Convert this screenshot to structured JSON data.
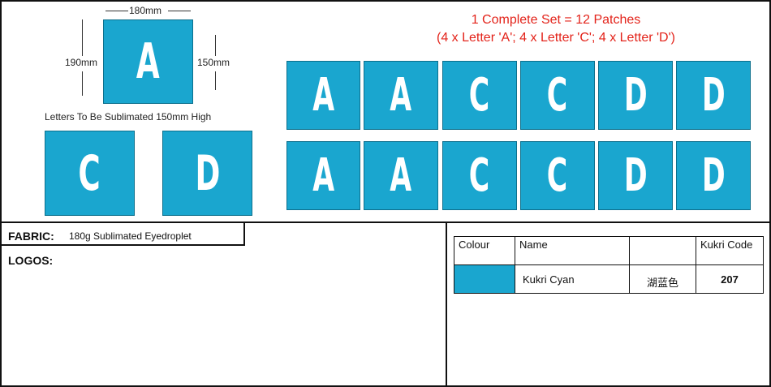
{
  "dimensions": {
    "width": "180mm",
    "height": "190mm",
    "letter_height": "150mm"
  },
  "caption": "Letters To Be Sublimated 150mm High",
  "set_info": {
    "line1": "1 Complete Set = 12 Patches",
    "line2": "(4 x Letter 'A';  4 x Letter 'C';  4 x Letter 'D')"
  },
  "samples": [
    "A",
    "C",
    "D"
  ],
  "patch_rows": [
    [
      "A",
      "A",
      "C",
      "C",
      "D",
      "D"
    ],
    [
      "A",
      "A",
      "C",
      "C",
      "D",
      "D"
    ]
  ],
  "fabric": {
    "label": "FABRIC:",
    "value": "180g Sublimated Eyedroplet"
  },
  "logos": {
    "label": "LOGOS:"
  },
  "colour_table": {
    "headers": [
      "Colour",
      "Name",
      "",
      "Kukri Code"
    ],
    "rows": [
      {
        "swatch": "#1aa6cf",
        "name": "Kukri Cyan",
        "chinese": "湖蓝色",
        "code": "207"
      }
    ]
  },
  "colors": {
    "patch": "#1aa6cf",
    "header": "#e3231a"
  }
}
